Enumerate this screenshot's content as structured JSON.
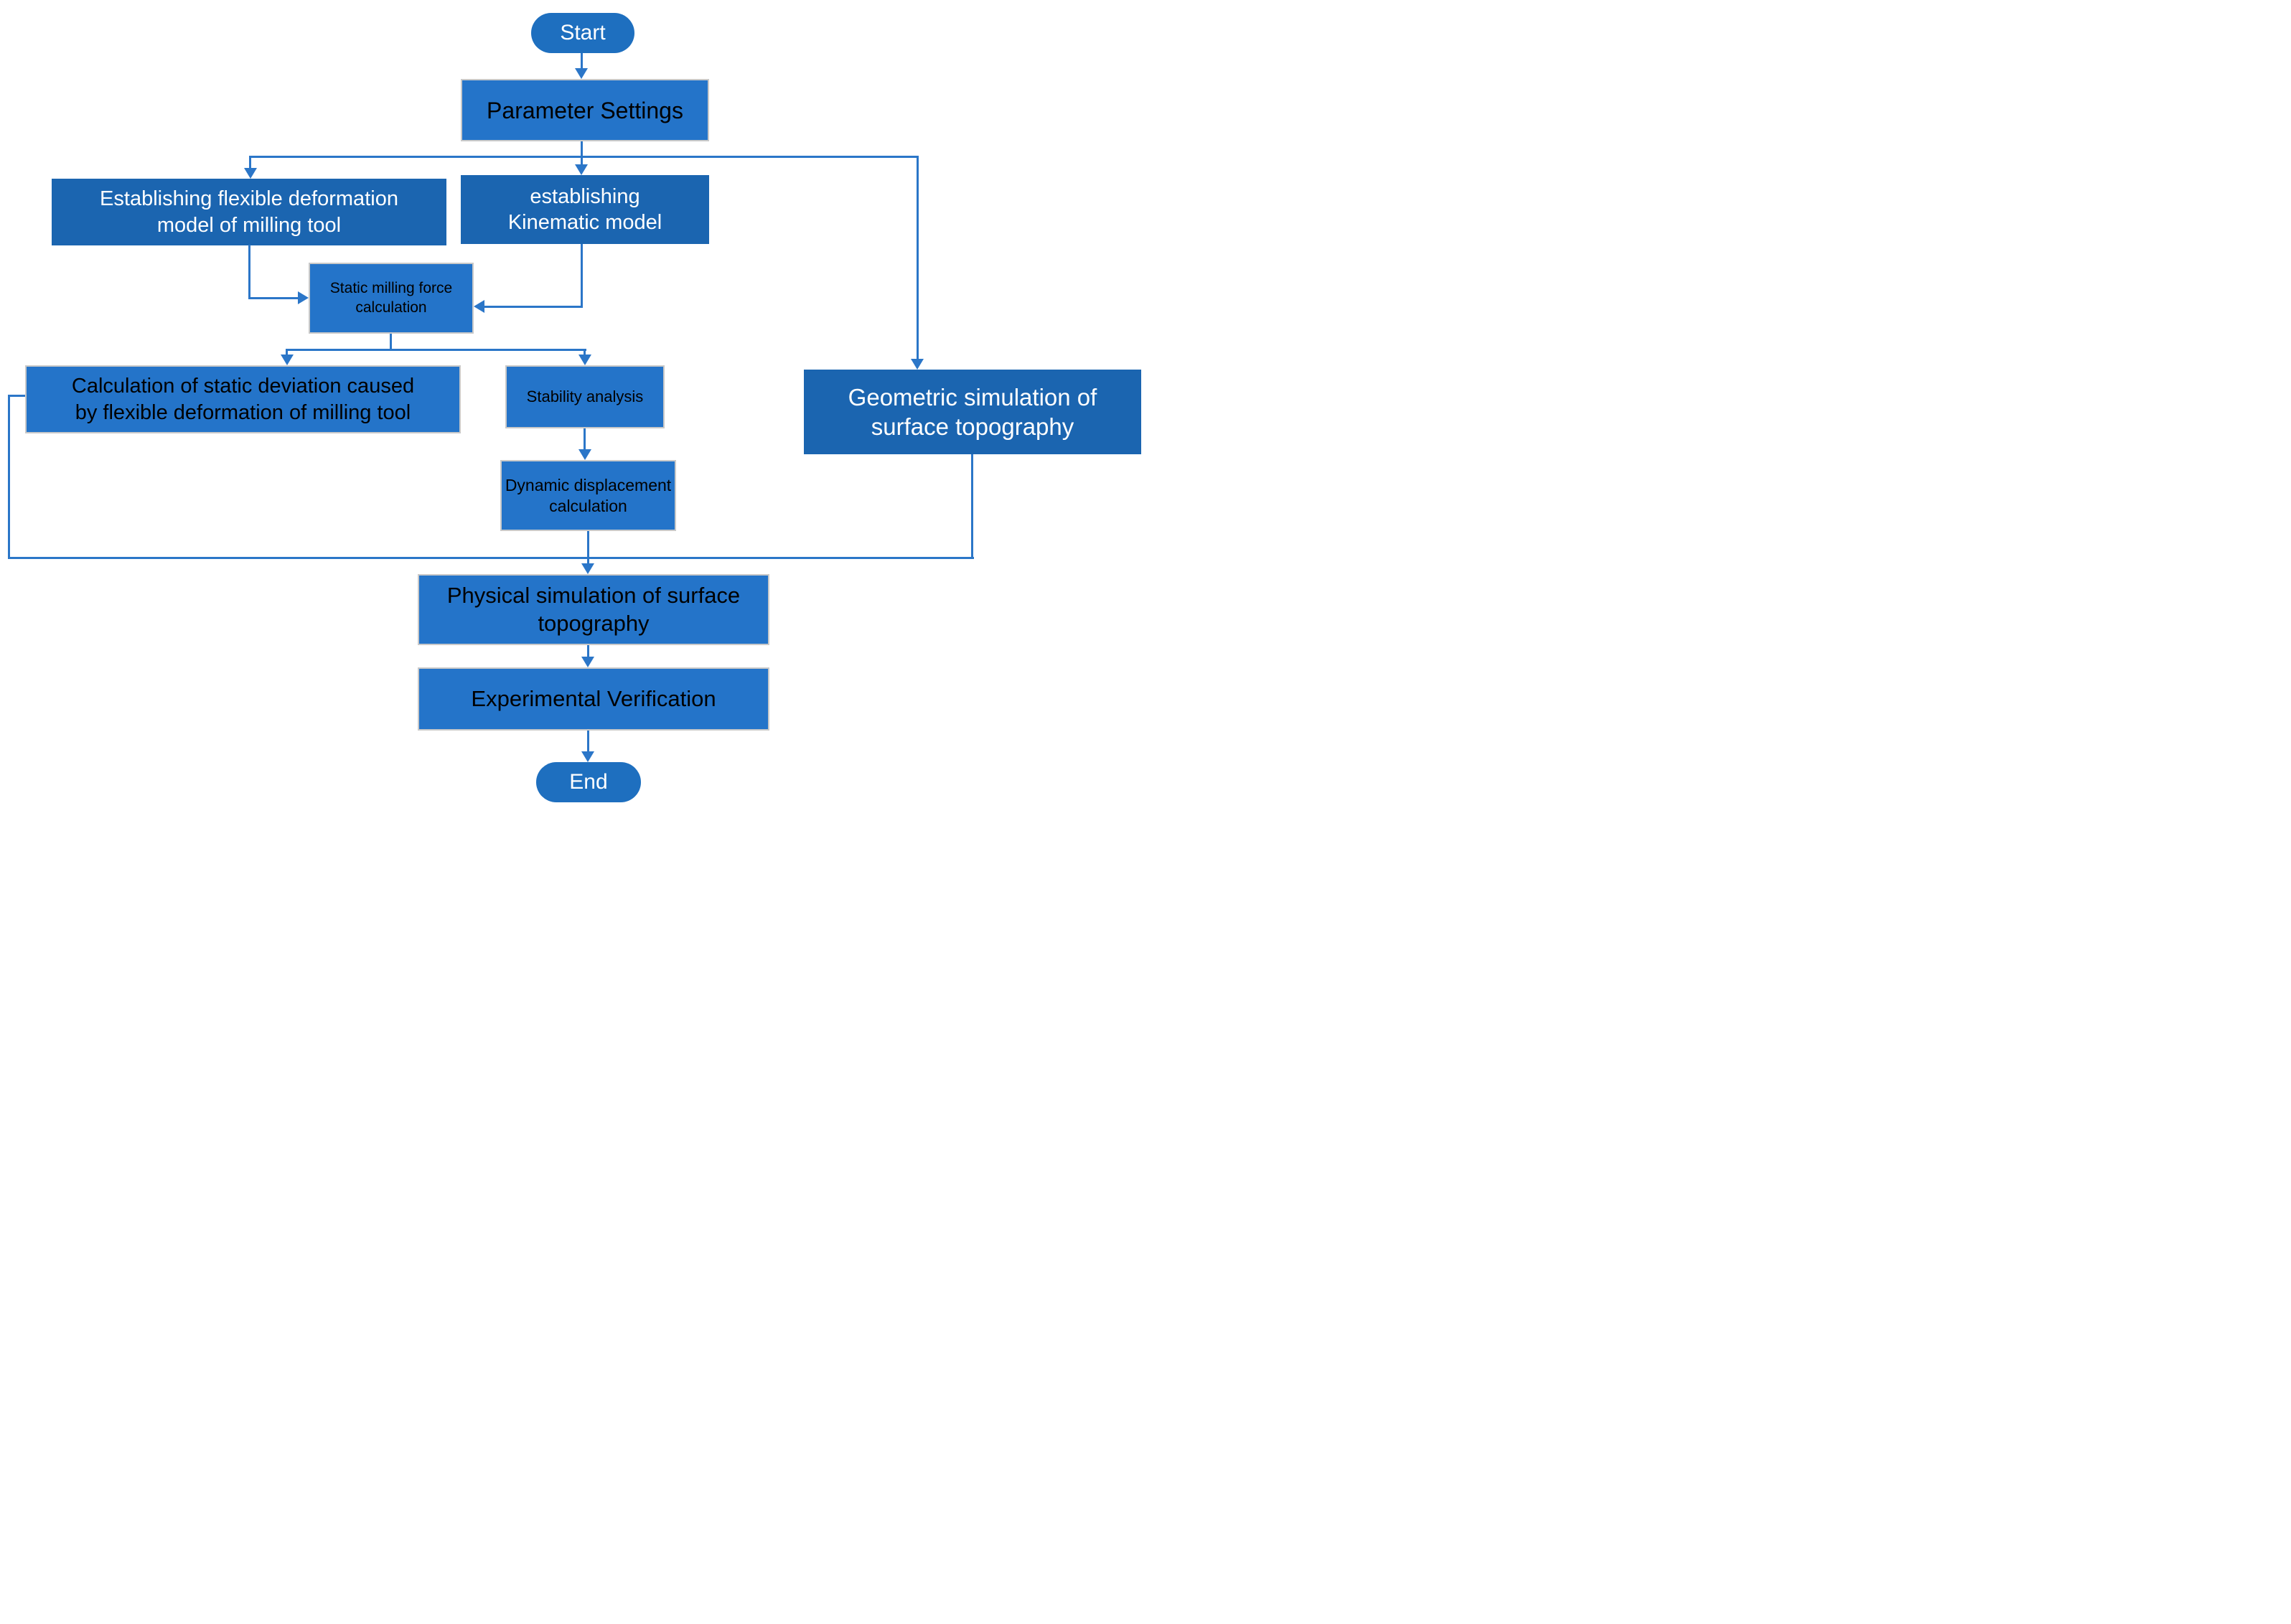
{
  "figure_type": "flowchart",
  "colors": {
    "terminal_fill": "#1E6FBF",
    "process_dark_fill": "#1B65B0",
    "process_light_fill": "#2474C9",
    "process_light_border": "#C9C9C9",
    "connector": "#2B76C8",
    "text_on_dark": "#FFFFFF",
    "text_on_light": "#000000",
    "background": "#FFFFFF"
  },
  "nodes": {
    "start": {
      "label": "Start",
      "shape": "terminal"
    },
    "parameter_settings": {
      "label": "Parameter Settings",
      "shape": "process-light"
    },
    "establish_flexible": {
      "label": "Establishing flexible deformation\nmodel of milling tool",
      "shape": "process-dark"
    },
    "establish_kinematic": {
      "label": "establishing\nKinematic model",
      "shape": "process-dark"
    },
    "static_milling_force": {
      "label": "Static milling force\ncalculation",
      "shape": "process-light"
    },
    "static_deviation": {
      "label": "Calculation of static deviation caused\nby flexible deformation of milling tool",
      "shape": "process-light"
    },
    "stability_analysis": {
      "label": "Stability analysis",
      "shape": "process-light"
    },
    "geometric_simulation": {
      "label": "Geometric simulation of\nsurface topography",
      "shape": "process-dark"
    },
    "dynamic_displacement": {
      "label": "Dynamic displacement\ncalculation",
      "shape": "process-light"
    },
    "physical_simulation": {
      "label": "Physical simulation of surface\ntopography",
      "shape": "process-light"
    },
    "experimental_verification": {
      "label": "Experimental Verification",
      "shape": "process-light"
    },
    "end": {
      "label": "End",
      "shape": "terminal"
    }
  },
  "edges": [
    {
      "from": "start",
      "to": "parameter_settings"
    },
    {
      "from": "parameter_settings",
      "to": "establish_flexible"
    },
    {
      "from": "parameter_settings",
      "to": "establish_kinematic"
    },
    {
      "from": "parameter_settings",
      "to": "geometric_simulation"
    },
    {
      "from": "establish_flexible",
      "to": "static_milling_force"
    },
    {
      "from": "establish_kinematic",
      "to": "static_milling_force"
    },
    {
      "from": "static_milling_force",
      "to": "static_deviation"
    },
    {
      "from": "static_milling_force",
      "to": "stability_analysis"
    },
    {
      "from": "stability_analysis",
      "to": "dynamic_displacement"
    },
    {
      "from": "static_deviation",
      "to": "physical_simulation"
    },
    {
      "from": "geometric_simulation",
      "to": "physical_simulation"
    },
    {
      "from": "dynamic_displacement",
      "to": "physical_simulation"
    },
    {
      "from": "physical_simulation",
      "to": "experimental_verification"
    },
    {
      "from": "experimental_verification",
      "to": "end"
    }
  ]
}
